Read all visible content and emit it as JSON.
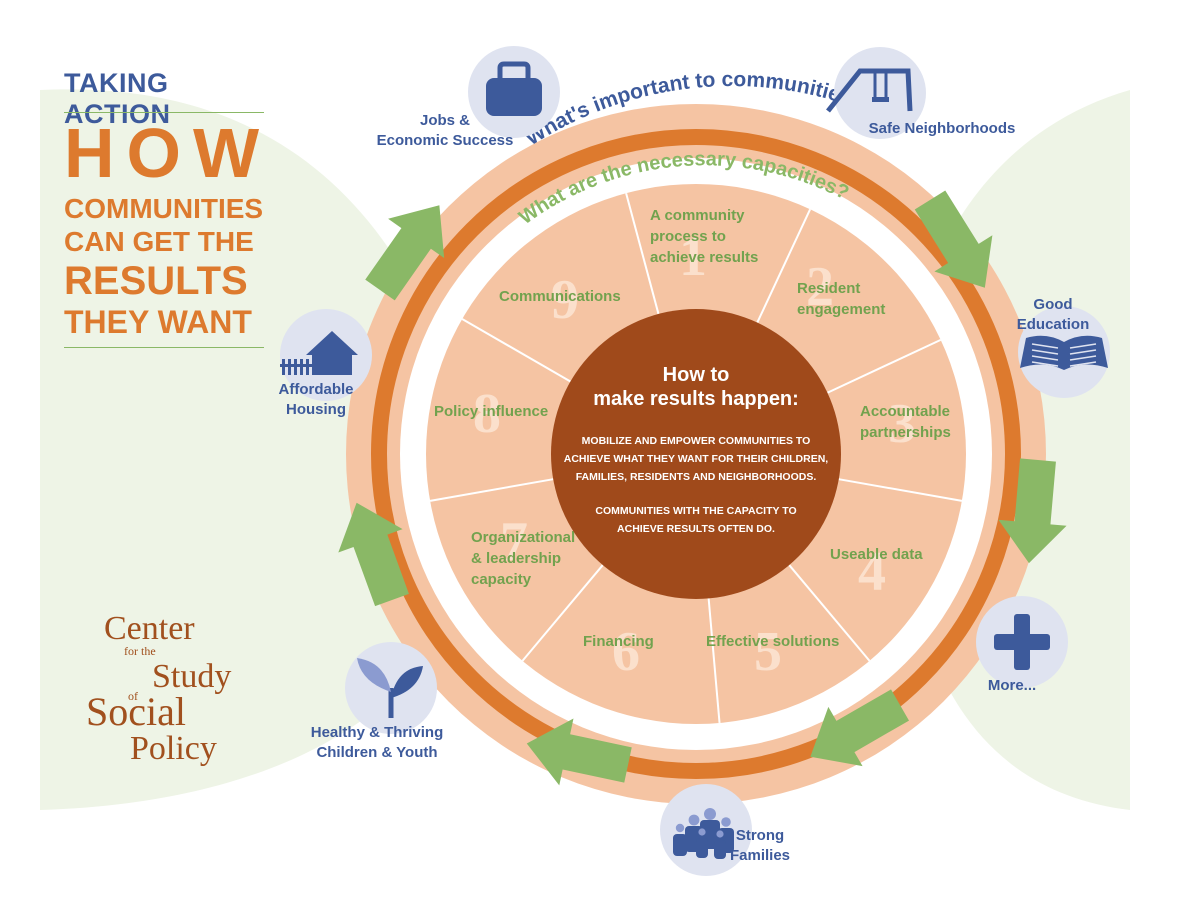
{
  "header": {
    "kicker": "TAKING ACTION",
    "title_line1": "HOW",
    "title_line2": "COMMUNITIES",
    "title_line3": "CAN GET THE",
    "title_line4": "RESULTS",
    "title_line5": "THEY WANT"
  },
  "logo": {
    "line1": "Center",
    "line2": "for the",
    "line3": "Study",
    "line4": "of",
    "line5": "Social",
    "line6": "Policy"
  },
  "rings": {
    "outer_question": "What's important to communities?",
    "inner_question": "What are the necessary capacities?"
  },
  "center": {
    "title_line1": "How to",
    "title_line2": "make results happen:",
    "body1": [
      "MOBILIZE AND EMPOWER COMMUNITIES TO",
      "ACHIEVE WHAT THEY WANT FOR THEIR CHILDREN,",
      "FAMILIES, RESIDENTS AND NEIGHBORHOODS."
    ],
    "body2": [
      "COMMUNITIES WITH THE CAPACITY TO",
      "ACHIEVE RESULTS OFTEN DO."
    ]
  },
  "capacities": [
    {
      "number": "1",
      "lines": [
        "A community",
        "process to",
        "achieve results"
      ]
    },
    {
      "number": "2",
      "lines": [
        "Resident",
        "engagement"
      ]
    },
    {
      "number": "3",
      "lines": [
        "Accountable",
        "partnerships"
      ]
    },
    {
      "number": "4",
      "lines": [
        "Useable data"
      ]
    },
    {
      "number": "5",
      "lines": [
        "Effective solutions"
      ]
    },
    {
      "number": "6",
      "lines": [
        "Financing"
      ]
    },
    {
      "number": "7",
      "lines": [
        "Organizational",
        "& leadership",
        "capacity"
      ]
    },
    {
      "number": "8",
      "lines": [
        "Policy influence"
      ]
    },
    {
      "number": "9",
      "lines": [
        "Communications"
      ]
    }
  ],
  "results": [
    {
      "id": "jobs",
      "icon": "briefcase-icon",
      "lines": [
        "Jobs &",
        "Economic Success"
      ]
    },
    {
      "id": "safe",
      "icon": "swing-set-icon",
      "lines": [
        "Safe Neighborhoods"
      ]
    },
    {
      "id": "education",
      "icon": "open-book-icon",
      "lines": [
        "Good",
        "Education"
      ]
    },
    {
      "id": "more",
      "icon": "plus-icon",
      "lines": [
        "More..."
      ]
    },
    {
      "id": "families",
      "icon": "family-icon",
      "lines": [
        "Strong",
        "Families"
      ]
    },
    {
      "id": "health",
      "icon": "sprout-icon",
      "lines": [
        "Healthy & Thriving",
        "Children & Youth"
      ]
    },
    {
      "id": "housing",
      "icon": "house-icon",
      "lines": [
        "Affordable",
        "Housing"
      ]
    }
  ],
  "colors": {
    "orange": "#dd7a2e",
    "blue": "#3d5a9b",
    "green": "#8ab866",
    "peach": "#f5c4a3",
    "brown": "#a04a1b",
    "light_green_bg": "#eef4e6"
  }
}
